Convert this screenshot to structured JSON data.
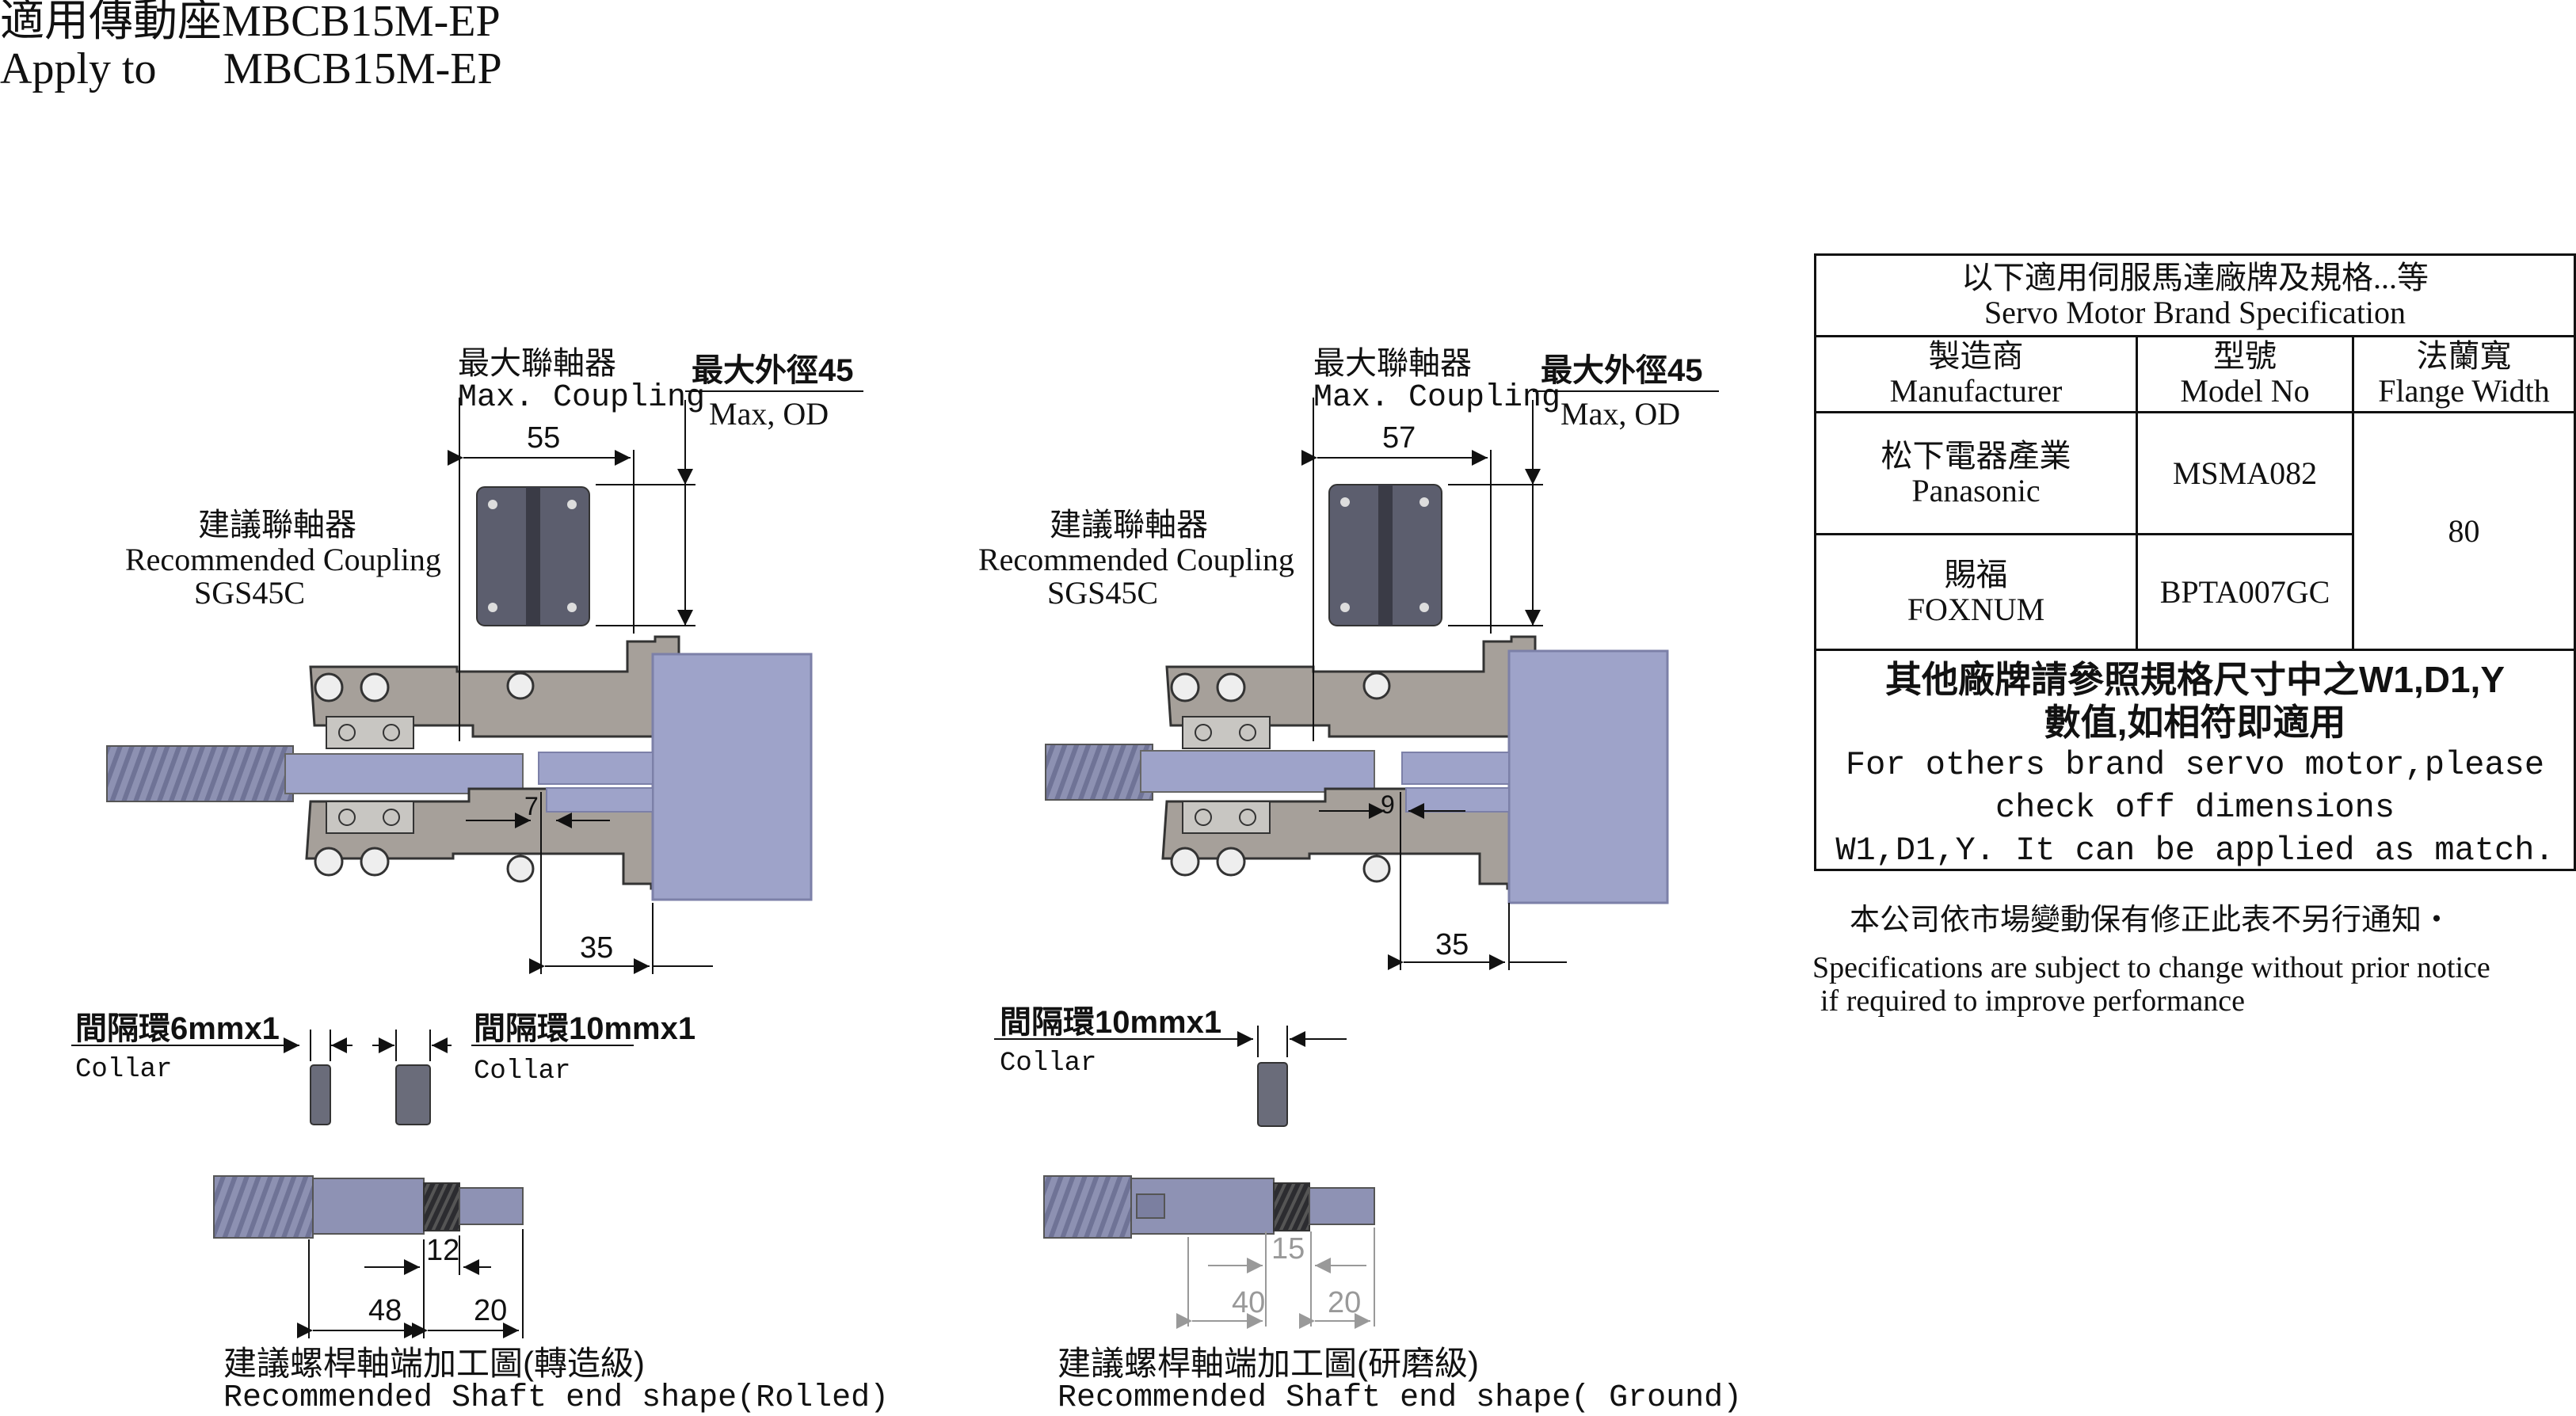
{
  "title": {
    "line1": "適用傳動座MBCB15M-EP",
    "line2_prefix": "Apply to",
    "line2_model": "MBCB15M-EP"
  },
  "left_assembly": {
    "max_coupling_zh": "最大聯軸器",
    "max_coupling_en": "Max. Coupling",
    "max_od_zh": "最大外徑45",
    "max_od_en": "Max, OD",
    "dim_coupling_length": "55",
    "rec_coupling_zh": "建議聯軸器",
    "rec_coupling_en": "Recommended Coupling",
    "rec_coupling_model": "SGS45C",
    "dim_gap": "7",
    "dim_flange": "35"
  },
  "right_assembly": {
    "max_coupling_zh": "最大聯軸器",
    "max_coupling_en": "Max. Coupling",
    "max_od_zh": "最大外徑45",
    "max_od_en": "Max, OD",
    "dim_coupling_length": "57",
    "rec_coupling_zh": "建議聯軸器",
    "rec_coupling_en": "Recommended Coupling",
    "rec_coupling_model": "SGS45C",
    "dim_gap": "9",
    "dim_flange": "35"
  },
  "collars_left": {
    "collar1_zh": "間隔環6mmx1",
    "collar1_en": "Collar",
    "collar2_zh": "間隔環10mmx1",
    "collar2_en": "Collar"
  },
  "collars_right": {
    "collar_zh": "間隔環10mmx1",
    "collar_en": "Collar"
  },
  "shaft_left": {
    "dim_thread": "12",
    "dim_body": "48",
    "dim_end": "20",
    "caption_zh": "建議螺桿軸端加工圖(轉造級)",
    "caption_en": "Recommended Shaft end shape(Rolled)"
  },
  "shaft_right": {
    "dim_thread": "15",
    "dim_body": "40",
    "dim_end": "20",
    "caption_zh": "建議螺桿軸端加工圖(研磨級)",
    "caption_en": "Recommended Shaft end shape( Ground)"
  },
  "spec_table": {
    "header_zh": "以下適用伺服馬達廠牌及規格...等",
    "header_en": "Servo Motor Brand Specification",
    "col_manufacturer_zh": "製造商",
    "col_manufacturer_en": "Manufacturer",
    "col_model_zh": "型號",
    "col_model_en": "Model No",
    "col_flange_zh": "法蘭寬",
    "col_flange_en": "Flange Width",
    "rows": [
      {
        "manufacturer_zh": "松下電器產業",
        "manufacturer_en": "Panasonic",
        "model": "MSMA082"
      },
      {
        "manufacturer_zh": "賜福",
        "manufacturer_en": "FOXNUM",
        "model": "BPTA007GC"
      }
    ],
    "flange_width": "80",
    "note_zh_line1": "其他廠牌請參照規格尺寸中之W1,D1,Y",
    "note_zh_line2": "數值,如相符即適用",
    "note_en_line1": "For others brand servo motor,please",
    "note_en_line2": "check off dimensions",
    "note_en_line3": "W1,D1,Y. It can be applied as match."
  },
  "notice": {
    "zh": "本公司依市場變動保有修正此表不另行通知・",
    "en_line1": "Specifications are subject to change without prior notice",
    "en_line2": "if required to improve performance"
  },
  "colors": {
    "motor": "#9ea3c9",
    "motor_edge": "#7c80a8",
    "housing": "#a6a09a",
    "housing_dark": "#5d5a57",
    "coupling": "#5c5e6e",
    "screw": "#9397b8",
    "collar": "#6a6c7a",
    "shaft_thread": "#3a3a3e"
  }
}
